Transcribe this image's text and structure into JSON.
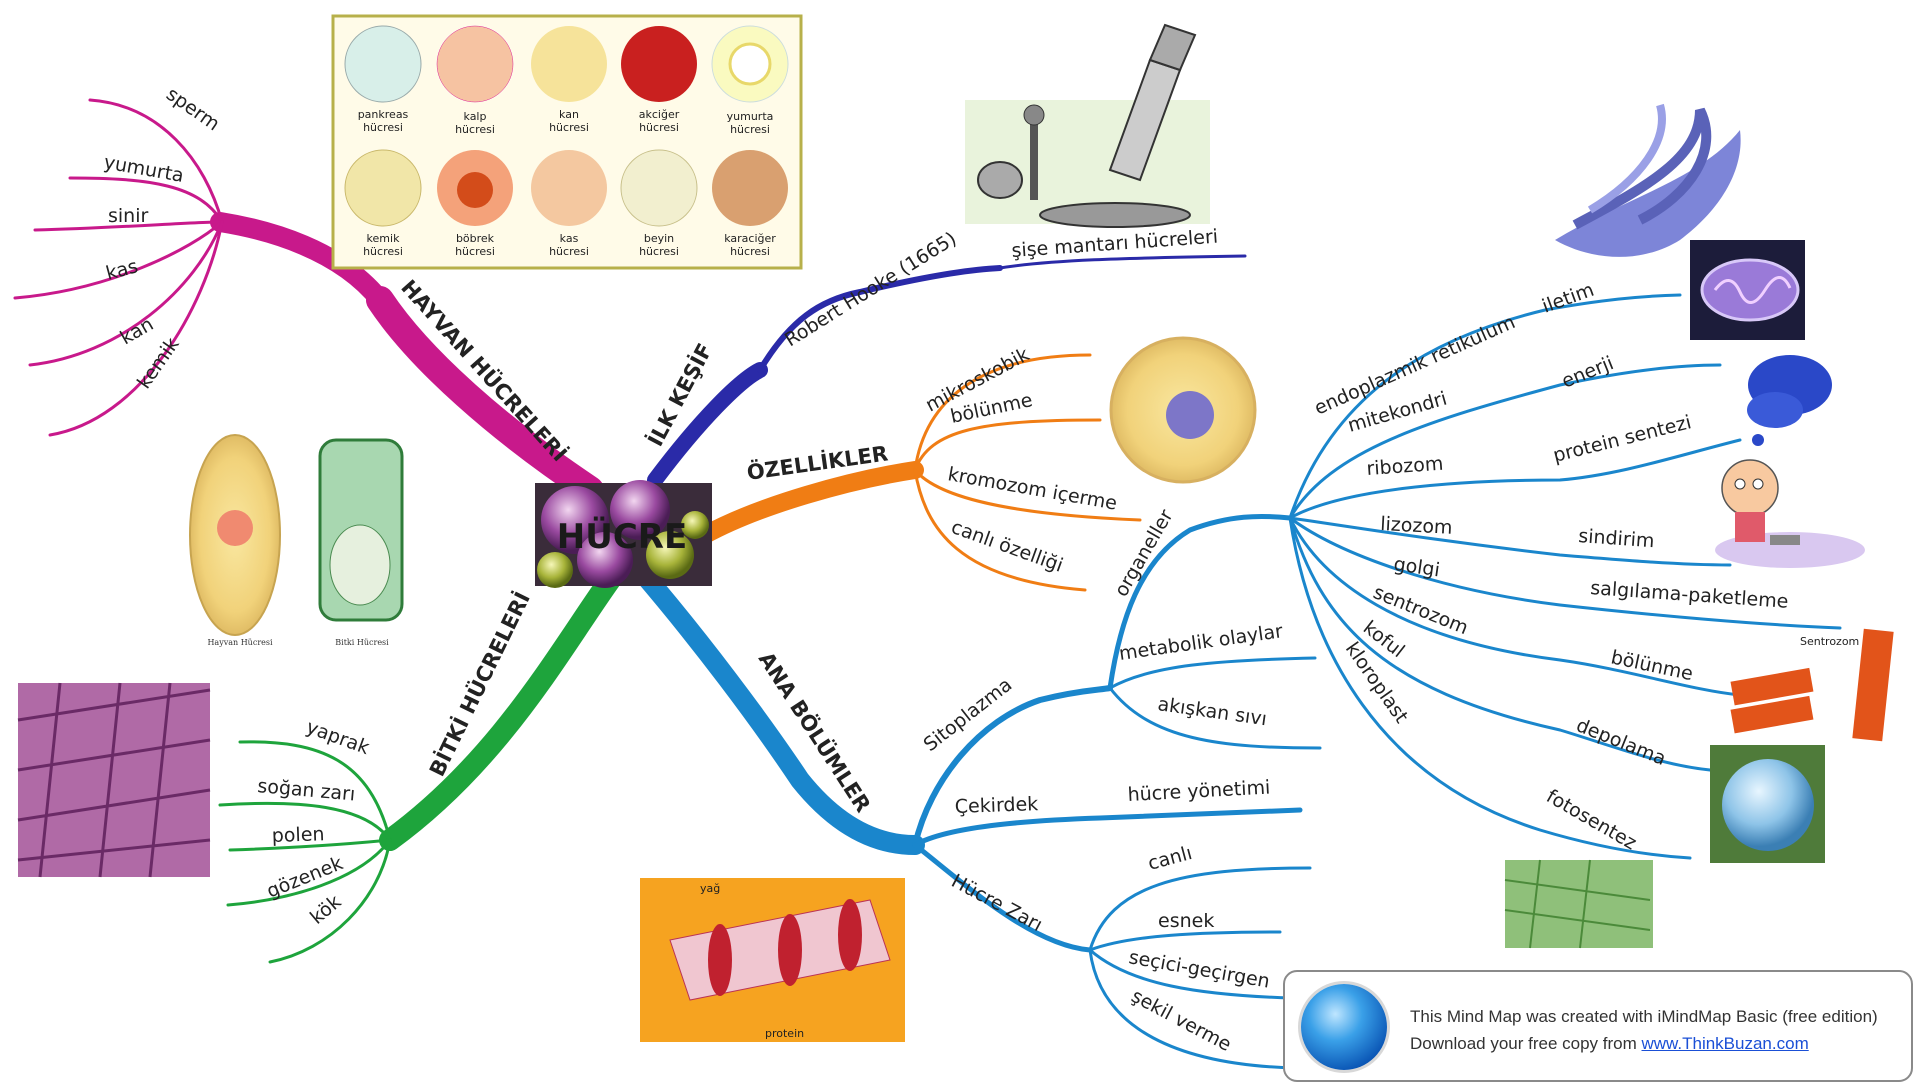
{
  "center": {
    "label": "HÜCRE"
  },
  "branches": {
    "hayvan": {
      "title": "HAYVAN HÜCRELERİ",
      "items": [
        "sperm",
        "yumurta",
        "sinir",
        "kas",
        "kan",
        "kemik"
      ],
      "color": "#c8198b"
    },
    "ilk_kesif": {
      "title": "İLK KEŞİF",
      "sub": "Robert Hooke (1665)",
      "leaf": "şişe mantarı hücreleri",
      "color": "#2a2aa8"
    },
    "ozellikler": {
      "title": "ÖZELLİKLER",
      "items": [
        "mikroskobik",
        "bölünme",
        "kromozom içerme",
        "canlı özelliği"
      ],
      "color": "#f07d14"
    },
    "bitki": {
      "title": "BİTKİ HÜCRELERİ",
      "items": [
        "yaprak",
        "soğan zarı",
        "polen",
        "gözenek",
        "kök"
      ],
      "color": "#1ea43c"
    },
    "ana": {
      "title": "ANA BÖLÜMLER",
      "color": "#1a86cc",
      "sitoplazma": {
        "label": "Sitoplazma",
        "organeller": "organeller",
        "organelles": [
          {
            "name": "endoplazmik retikulum",
            "func": "iletim"
          },
          {
            "name": "mitekondri",
            "func": "enerji"
          },
          {
            "name": "ribozom",
            "func": "protein sentezi"
          },
          {
            "name": "lizozom",
            "func": "sindirim"
          },
          {
            "name": "golgi",
            "func": "salgılama-paketleme"
          },
          {
            "name": "sentrozom",
            "func": "bölünme"
          },
          {
            "name": "koful",
            "func": "depolama"
          },
          {
            "name": "kloroplast",
            "func": "fotosentez"
          }
        ],
        "others": [
          "metabolik olaylar",
          "akışkan sıvı"
        ]
      },
      "cekirdek": {
        "label": "Çekirdek",
        "leaf": "hücre yönetimi"
      },
      "zar": {
        "label": "Hücre Zarı",
        "items": [
          "canlı",
          "esnek",
          "seçici-geçirgen",
          "şekil verme"
        ]
      }
    }
  },
  "cell_types": {
    "row1": [
      {
        "l1": "pankreas",
        "l2": "hücresi"
      },
      {
        "l1": "kalp",
        "l2": "hücresi"
      },
      {
        "l1": "kan",
        "l2": "hücresi"
      },
      {
        "l1": "akciğer",
        "l2": "hücresi"
      },
      {
        "l1": "yumurta",
        "l2": "hücresi"
      }
    ],
    "row2": [
      {
        "l1": "kemik",
        "l2": "hücresi"
      },
      {
        "l1": "böbrek",
        "l2": "hücresi"
      },
      {
        "l1": "kas",
        "l2": "hücresi"
      },
      {
        "l1": "beyin",
        "l2": "hücresi"
      },
      {
        "l1": "karaciğer",
        "l2": "hücresi"
      }
    ]
  },
  "image_labels": {
    "hayvan_hucresi": "Hayvan Hücresi",
    "bitki_hucresi": "Bitki Hücresi",
    "membrane_top": "yağ",
    "membrane_bottom": "protein",
    "centrosome": "Sentrozom"
  },
  "credit": {
    "line1": "This Mind Map was created with iMindMap Basic (free edition)",
    "line2_prefix": "Download your free copy from ",
    "link": "www.ThinkBuzan.com"
  }
}
